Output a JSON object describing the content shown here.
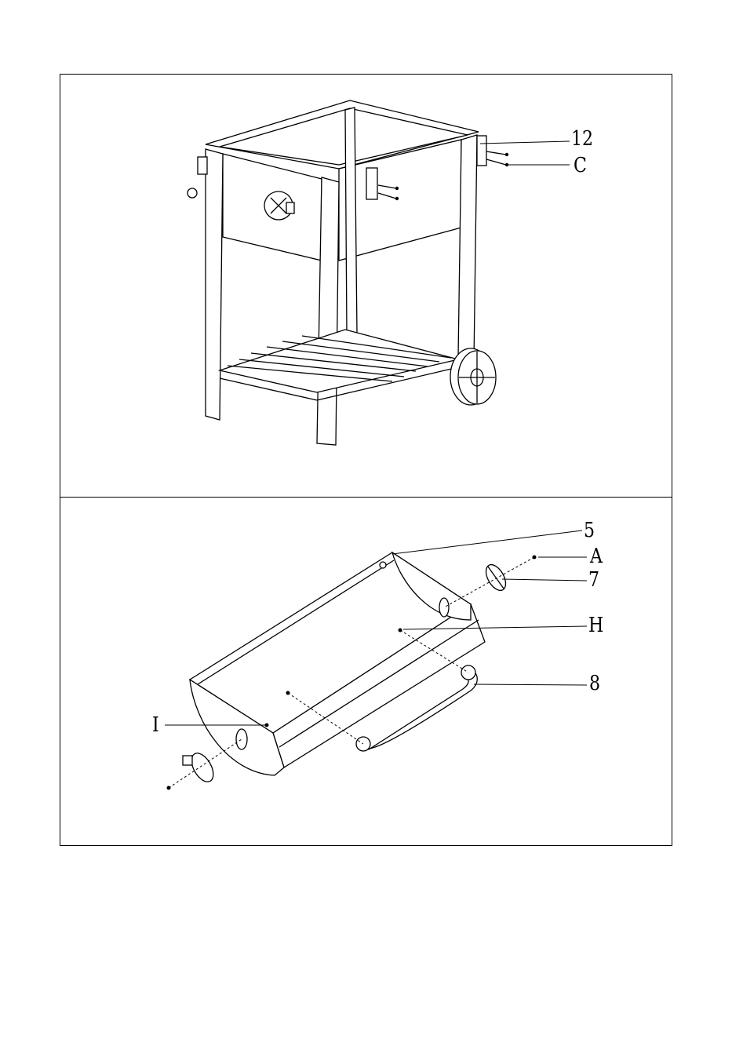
{
  "panels": [
    {
      "id": "top",
      "callouts": [
        {
          "key": "label_12",
          "text": "12"
        },
        {
          "key": "label_c",
          "text": "C"
        }
      ]
    },
    {
      "id": "bottom",
      "callouts": [
        {
          "key": "label_5",
          "text": "5"
        },
        {
          "key": "label_a",
          "text": "A"
        },
        {
          "key": "label_7",
          "text": "7"
        },
        {
          "key": "label_h",
          "text": "H"
        },
        {
          "key": "label_8",
          "text": "8"
        },
        {
          "key": "label_i",
          "text": "I"
        }
      ]
    }
  ],
  "labels": {
    "top": {
      "p12": "12",
      "pc": "C"
    },
    "bottom": {
      "p5": "5",
      "pa": "A",
      "p7": "7",
      "ph": "H",
      "p8": "8",
      "pi": "I"
    }
  }
}
